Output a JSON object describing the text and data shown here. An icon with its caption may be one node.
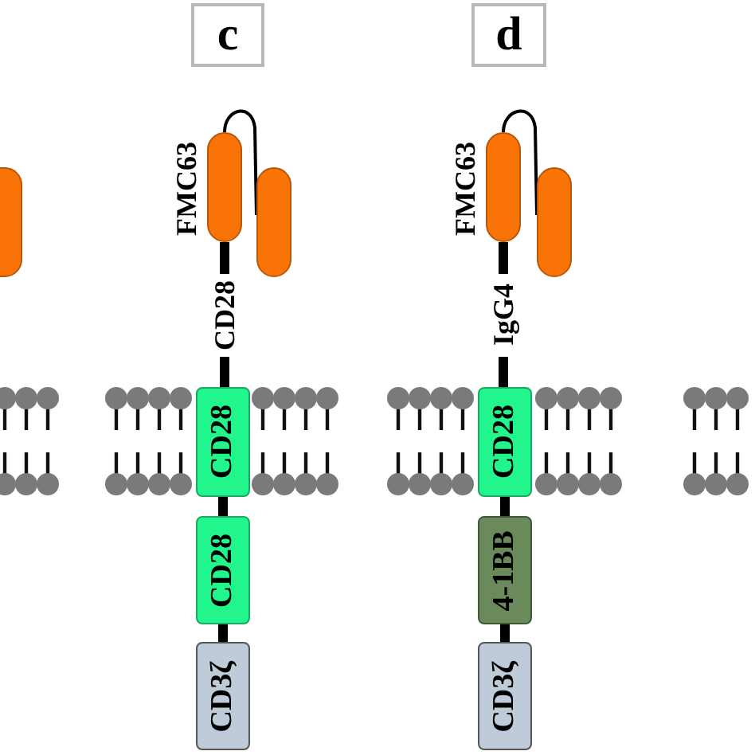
{
  "diagram": {
    "nodes": [
      {
        "text": [],
        "shape": "oval"
      },
      {
        "text": [
          "c"
        ]
      },
      {
        "text": [],
        "shape": "oval",
        "beside": [
          "FMC63"
        ]
      },
      {
        "text": [],
        "shape": "oval"
      },
      {
        "text": [
          "CD28"
        ]
      },
      {
        "text": [
          "CD28"
        ]
      },
      {
        "text": [
          "CD3ζ"
        ]
      },
      {
        "text": [
          "d"
        ]
      },
      {
        "text": [],
        "shape": "oval",
        "beside": [
          "FMC63"
        ]
      },
      {
        "text": [],
        "shape": "oval"
      },
      {
        "text": [
          "CD28"
        ]
      },
      {
        "text": [
          "4-1BB"
        ]
      },
      {
        "text": [
          "CD3ζ"
        ]
      }
    ],
    "edges": [
      {
        "from": 2,
        "to": 3,
        "arrow": "none"
      },
      {
        "from": 2,
        "to": 4,
        "arrow": "none",
        "label": "CD28"
      },
      {
        "from": 4,
        "to": 5,
        "arrow": "none"
      },
      {
        "from": 5,
        "to": 6,
        "arrow": "none"
      },
      {
        "from": 8,
        "to": 9,
        "arrow": "none"
      },
      {
        "from": 8,
        "to": 10,
        "arrow": "none",
        "label": "IgG4"
      },
      {
        "from": 10,
        "to": 11,
        "arrow": "none"
      },
      {
        "from": 11,
        "to": 12,
        "arrow": "none"
      }
    ]
  }
}
